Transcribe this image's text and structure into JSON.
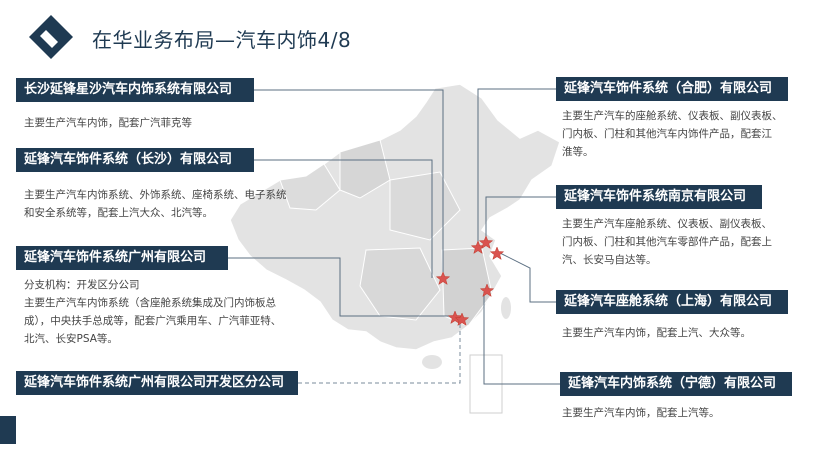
{
  "header": {
    "title": "在华业务布局—汽车内饰4/8"
  },
  "companies": [
    {
      "name": "长沙延锋星沙汽车内饰系统有限公司",
      "desc": [
        "主要生产汽车内饰，配套广汽菲克等"
      ]
    },
    {
      "name": "延锋汽车饰件系统（长沙）有限公司",
      "desc": [
        "主要生产汽车内饰系统、外饰系统、座椅系统、电子系统",
        "和安全系统等，配套上汽大众、北汽等。"
      ]
    },
    {
      "name": "延锋汽车饰件系统广州有限公司",
      "desc": [
        "分支机构：开发区分公司",
        "主要生产汽车内饰系统（含座舱系统集成及门内饰板总",
        "成），中央扶手总成等，配套广汽乘用车、广汽菲亚特、",
        "北汽、长安PSA等。"
      ]
    },
    {
      "name": "延锋汽车饰件系统广州有限公司开发区分公司",
      "desc": []
    },
    {
      "name": "延锋汽车饰件系统（合肥）有限公司",
      "desc": [
        "主要生产汽车的座舱系统、仪表板、副仪表板、",
        "门内板、门柱和其他汽车内饰件产品，配套江",
        "淮等。"
      ]
    },
    {
      "name": "延锋汽车饰件系统南京有限公司",
      "desc": [
        "主要生产汽车座舱系统、仪表板、副仪表板、",
        "门内板、门柱和其他汽车零部件产品，配套上",
        "汽、长安马自达等。"
      ]
    },
    {
      "name": "延锋汽车座舱系统（上海）有限公司",
      "desc": [
        "主要生产汽车内饰，配套上汽、大众等。"
      ]
    },
    {
      "name": "延锋汽车内饰系统（宁德）有限公司",
      "desc": [
        "主要生产汽车内饰，配套上汽等。"
      ]
    }
  ],
  "colors": {
    "label_bg": "#1f3a52",
    "map_fill": "#e3e3e3",
    "star": "#d9534f",
    "connector": "#5b6f82"
  }
}
